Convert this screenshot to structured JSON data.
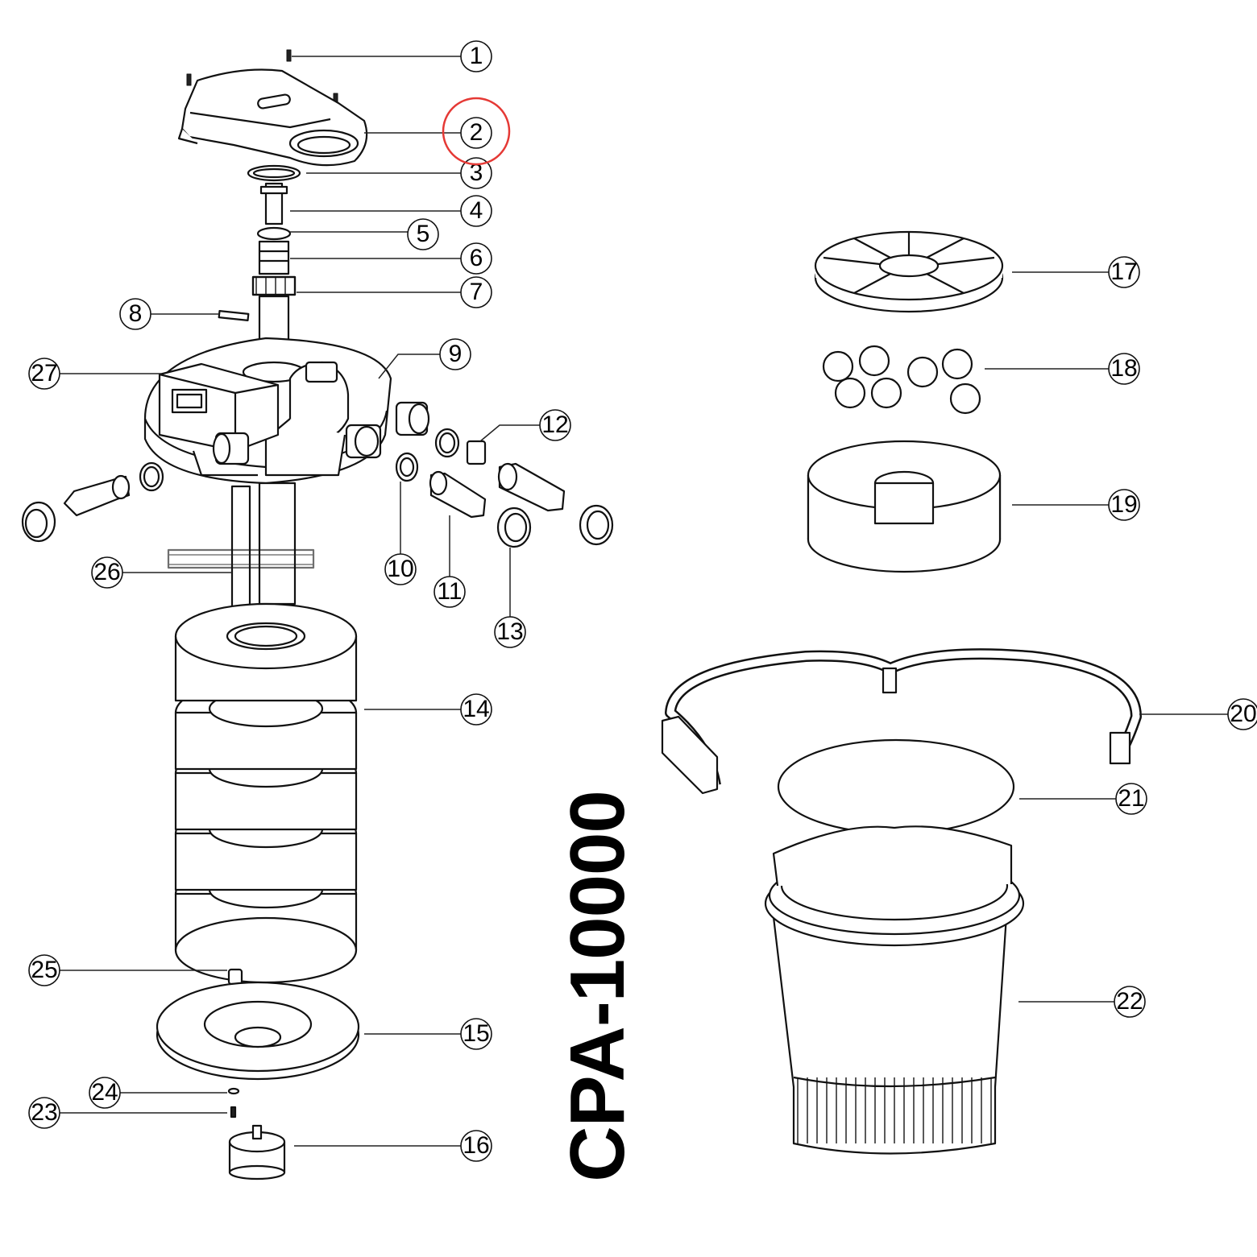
{
  "model": "CPA-10000",
  "highlight": {
    "callout": "2",
    "color": "#e53935"
  },
  "callouts": [
    {
      "num": "1",
      "part": "screw"
    },
    {
      "num": "2",
      "part": "top-cover"
    },
    {
      "num": "3",
      "part": "o-ring"
    },
    {
      "num": "4",
      "part": "shaft"
    },
    {
      "num": "5",
      "part": "ring"
    },
    {
      "num": "6",
      "part": "bushing"
    },
    {
      "num": "7",
      "part": "gear-ring"
    },
    {
      "num": "8",
      "part": "plate"
    },
    {
      "num": "9",
      "part": "lid"
    },
    {
      "num": "10",
      "part": "o-ring"
    },
    {
      "num": "11",
      "part": "hose-tail"
    },
    {
      "num": "12",
      "part": "clip"
    },
    {
      "num": "13",
      "part": "nut"
    },
    {
      "num": "14",
      "part": "foam-stack"
    },
    {
      "num": "15",
      "part": "base-plate"
    },
    {
      "num": "16",
      "part": "foot"
    },
    {
      "num": "17",
      "part": "grid-plate"
    },
    {
      "num": "18",
      "part": "bio-balls"
    },
    {
      "num": "19",
      "part": "basket"
    },
    {
      "num": "20",
      "part": "clamp-ring"
    },
    {
      "num": "21",
      "part": "seal-ring"
    },
    {
      "num": "22",
      "part": "housing"
    },
    {
      "num": "23",
      "part": "screw"
    },
    {
      "num": "24",
      "part": "washer"
    },
    {
      "num": "25",
      "part": "valve"
    },
    {
      "num": "26",
      "part": "wiper"
    },
    {
      "num": "27",
      "part": "uv-housing"
    }
  ]
}
